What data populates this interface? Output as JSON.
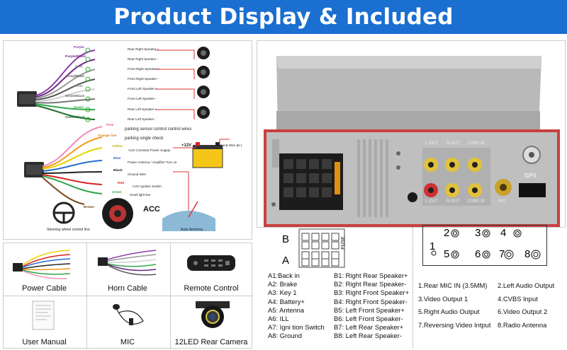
{
  "banner": {
    "title": "Product Display & Included"
  },
  "wiring": {
    "speakers": [
      {
        "color": "Purple",
        "label": "Rear Right Speaker +"
      },
      {
        "color": "Purple/Black",
        "label": "Rear Right Speaker -"
      },
      {
        "color": "Gray",
        "label": "Front Right Speaker +"
      },
      {
        "color": "Gray/Black",
        "label": "Front Right Speaker -"
      },
      {
        "color": "White",
        "label": "Front Left Speaker +"
      },
      {
        "color": "White/Black",
        "label": "Front Left Speaker -"
      },
      {
        "color": "Green",
        "label": "Rear Left Speaker +"
      },
      {
        "color": "Green/Black",
        "label": "Rear Left Speaker -"
      }
    ],
    "power": [
      {
        "color": "Pink",
        "label": "parking sensor control control wires"
      },
      {
        "color": "Orange line",
        "label": "parking single check"
      },
      {
        "color": "Yellow",
        "label": "+12V Constant Power Supply"
      },
      {
        "color": "Blue",
        "label": "Power Antenna / Amplifier Turn on"
      },
      {
        "color": "Black",
        "label": "Ground Wire"
      },
      {
        "color": "Red",
        "label": "+12V Ignition Switch"
      },
      {
        "color": "Green",
        "label": "Small light line"
      },
      {
        "color": "Brown",
        "label": ""
      }
    ],
    "battery_label": "+12V",
    "ground_label": "Ground Wire (B-)",
    "acc_label": "ACC",
    "steering_label": "Steering wheel control line",
    "antenna_label": "Auto Antenna"
  },
  "accessories": [
    {
      "name": "Power Cable"
    },
    {
      "name": "Horn Cable"
    },
    {
      "name": "Remote Control"
    },
    {
      "name": "User Manual"
    },
    {
      "name": "MIC"
    },
    {
      "name": "12LED Rear Camera"
    }
  ],
  "rear_panel": {
    "jack_labels": [
      "L-OUT",
      "R-OUT",
      "CVBS IN",
      "L-OUT",
      "R-OUT",
      "CVBS IN"
    ],
    "ant_label": "ANT",
    "gps_label": "GPS"
  },
  "connector": {
    "label_b": "B",
    "label_a": "A",
    "fuse_label": "FUSE",
    "a_pins": [
      "A1:Back    in",
      "A2: Brake",
      "A3: Key 1",
      "A4: Battery+",
      "A5: Antenna",
      "A6: ILL",
      "A7: Igni tion Switch",
      "A8: Ground"
    ],
    "b_pins": [
      "B1: Right Rear Speaker+",
      "B2: Right Rear Speaker-",
      "B3: Right Front Speaker+",
      "B4: Right Front Speaker-",
      "B5: Left Front Speaker+",
      "B6: Left Front Speaker-",
      "B7: Left Rear Speaker+",
      "B8: Left Rear Speaker-"
    ]
  },
  "outputs": {
    "numbers": [
      "2",
      "3",
      "4",
      "1",
      "5",
      "6",
      "7",
      "8"
    ],
    "legend": [
      "1.Rear MIC IN (3.5MM)",
      "2.Left Audio Output",
      "3.Video Output 1",
      "4.CVBS Input",
      "5.Right Audio Output",
      "6.Video Output 2",
      "7.Reversing Video Intput",
      "8.Radio Antenna"
    ]
  }
}
